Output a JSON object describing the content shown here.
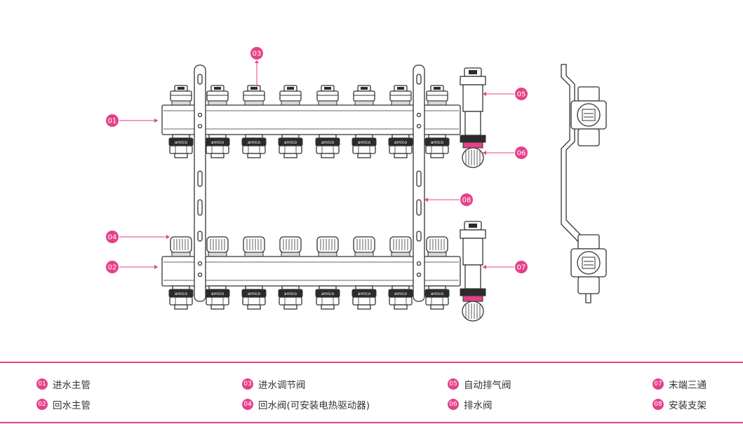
{
  "colors": {
    "accent": "#e4418a",
    "line": "#333333",
    "pipe_fill": "#ffffff",
    "shade": "#d8d8d8",
    "dark": "#2b2b2b",
    "legend_text": "#333333"
  },
  "brand_label": "amico",
  "callouts": [
    {
      "num": "01",
      "side": "left"
    },
    {
      "num": "02",
      "side": "left"
    },
    {
      "num": "03",
      "side": "top"
    },
    {
      "num": "04",
      "side": "left"
    },
    {
      "num": "05",
      "side": "right"
    },
    {
      "num": "06",
      "side": "right"
    },
    {
      "num": "07",
      "side": "right"
    },
    {
      "num": "08",
      "side": "right"
    }
  ],
  "legend": [
    {
      "num": "01",
      "label": "进水主管"
    },
    {
      "num": "02",
      "label": "回水主管"
    },
    {
      "num": "03",
      "label": "进水调节阀"
    },
    {
      "num": "04",
      "label": "回水阀(可安装电热驱动器)"
    },
    {
      "num": "05",
      "label": "自动排气阀"
    },
    {
      "num": "06",
      "label": "排水阀"
    },
    {
      "num": "07",
      "label": "末端三通"
    },
    {
      "num": "08",
      "label": "安装支架"
    }
  ]
}
